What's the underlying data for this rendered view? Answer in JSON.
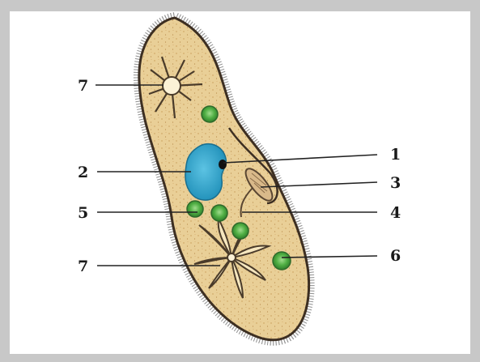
{
  "labels": {
    "l1": "1",
    "l2": "2",
    "l3": "3",
    "l4": "4",
    "l5": "5",
    "l6": "6",
    "l7_top": "7",
    "l7_bottom": "7"
  },
  "colors": {
    "cytoplasm": "#e9cf97",
    "membrane": "#4a3b2a",
    "cilia": "#6b6b6b",
    "macronucleus": "#2fa3c8",
    "food_vacuole": "#3f9a3b",
    "micronucleus": "#111111",
    "leader_line": "#222222"
  }
}
